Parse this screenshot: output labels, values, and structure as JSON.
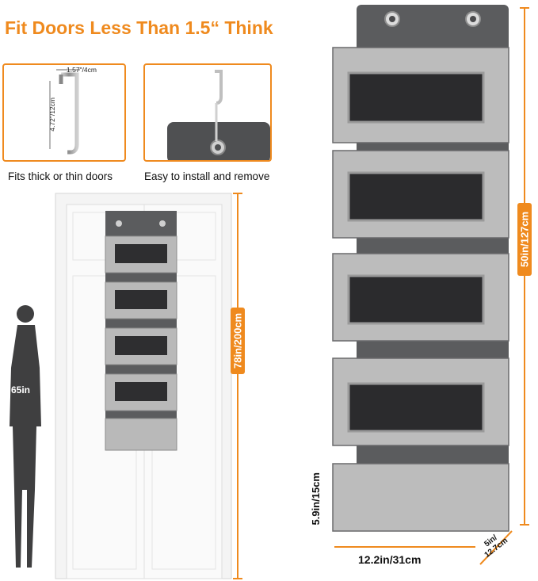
{
  "headline": "Fit Doors Less Than 1.5“ Think",
  "hook_panel": {
    "width_label": "1.57\"/4cm",
    "height_label": "4.72\"/12cm",
    "caption": "Fits thick or thin doors"
  },
  "install_panel": {
    "caption": "Easy to install and remove"
  },
  "door_scene": {
    "door_height": "78in/200cm",
    "person_height": "65in"
  },
  "organizer": {
    "height": "50in/127cm",
    "pocket_height": "5.9in/15cm",
    "width": "12.2in/31cm",
    "depth_line1": "5in/",
    "depth_line2": "12.7cm"
  },
  "colors": {
    "accent": "#ef8a1e",
    "felt_dark": "#5b5c5e",
    "fabric_light": "#b9b9b9"
  }
}
